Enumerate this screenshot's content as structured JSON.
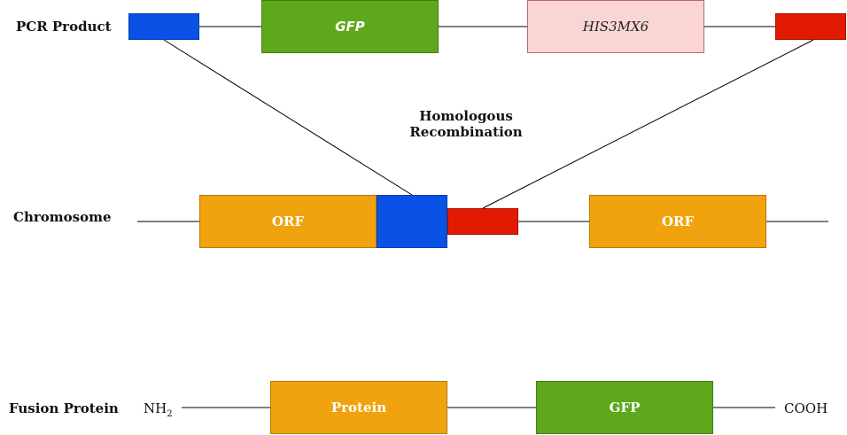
{
  "rows": {
    "pcr": "PCR Product",
    "chromosome": "Chromosome",
    "fusion": "Fusion Protein"
  },
  "pcr_product": {
    "gfp": "GFP",
    "marker": "HIS3MX6"
  },
  "recombination": {
    "line1": "Homologous",
    "line2": "Recombination"
  },
  "chromosome": {
    "orf_left": "ORF",
    "orf_right": "ORF"
  },
  "fusion_protein": {
    "n_term": "NH",
    "n_term_sub": "2",
    "protein": "Protein",
    "gfp": "GFP",
    "c_term": "COOH"
  },
  "colors": {
    "blue_homology": "#0a52e6",
    "red_homology": "#e31a02",
    "gfp_green": "#5ea81c",
    "marker_pink": "#f9d6d4",
    "orf_orange": "#f0a30f"
  }
}
